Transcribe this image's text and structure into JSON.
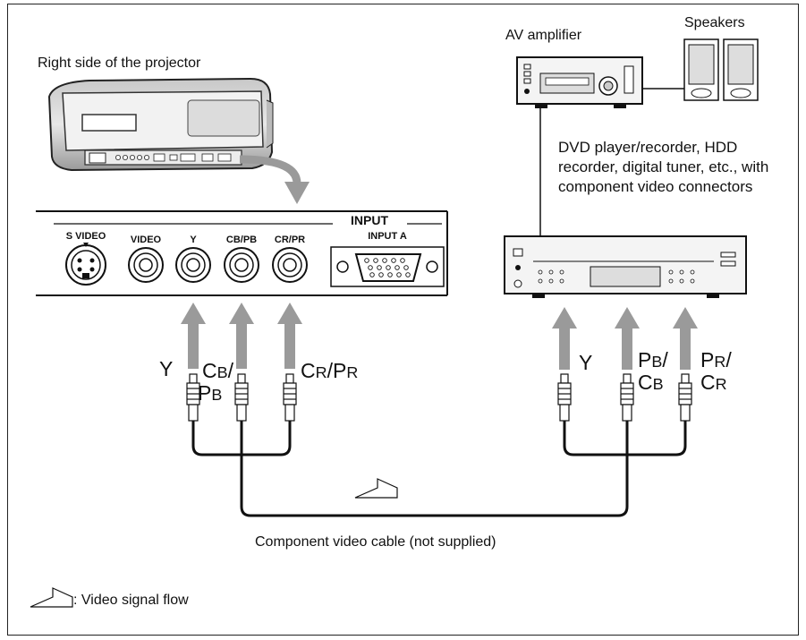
{
  "labels": {
    "projector_side": "Right side of the projector",
    "av_amplifier": "AV amplifier",
    "speakers": "Speakers",
    "dvd_desc": "DVD player/recorder, HDD recorder, digital tuner, etc., with component video connectors",
    "cable": "Component video cable (not supplied)",
    "legend": ": Video signal flow"
  },
  "panel": {
    "input_header": "INPUT",
    "s_video": "S VIDEO",
    "video": "VIDEO",
    "y": "Y",
    "cb_pb": "CB/PB",
    "cr_pr": "CR/PR",
    "input_a": "INPUT A"
  },
  "plugs_left": {
    "y": "Y",
    "cb_main": "C",
    "cb_sub": "B",
    "cb_slash": "/",
    "pb_main": "P",
    "pb_sub": "B",
    "cr_main": "C",
    "cr_sub": "R",
    "cr_slash": "/",
    "pr_main": "P",
    "pr_sub": "R"
  },
  "plugs_right": {
    "y": "Y",
    "pb_main": "P",
    "pb_sub": "B",
    "pb_slash": "/",
    "cb_main": "C",
    "cb_sub": "B",
    "pr_main": "P",
    "pr_sub": "R",
    "pr_slash": "/",
    "cr_main": "C",
    "cr_sub": "R"
  }
}
